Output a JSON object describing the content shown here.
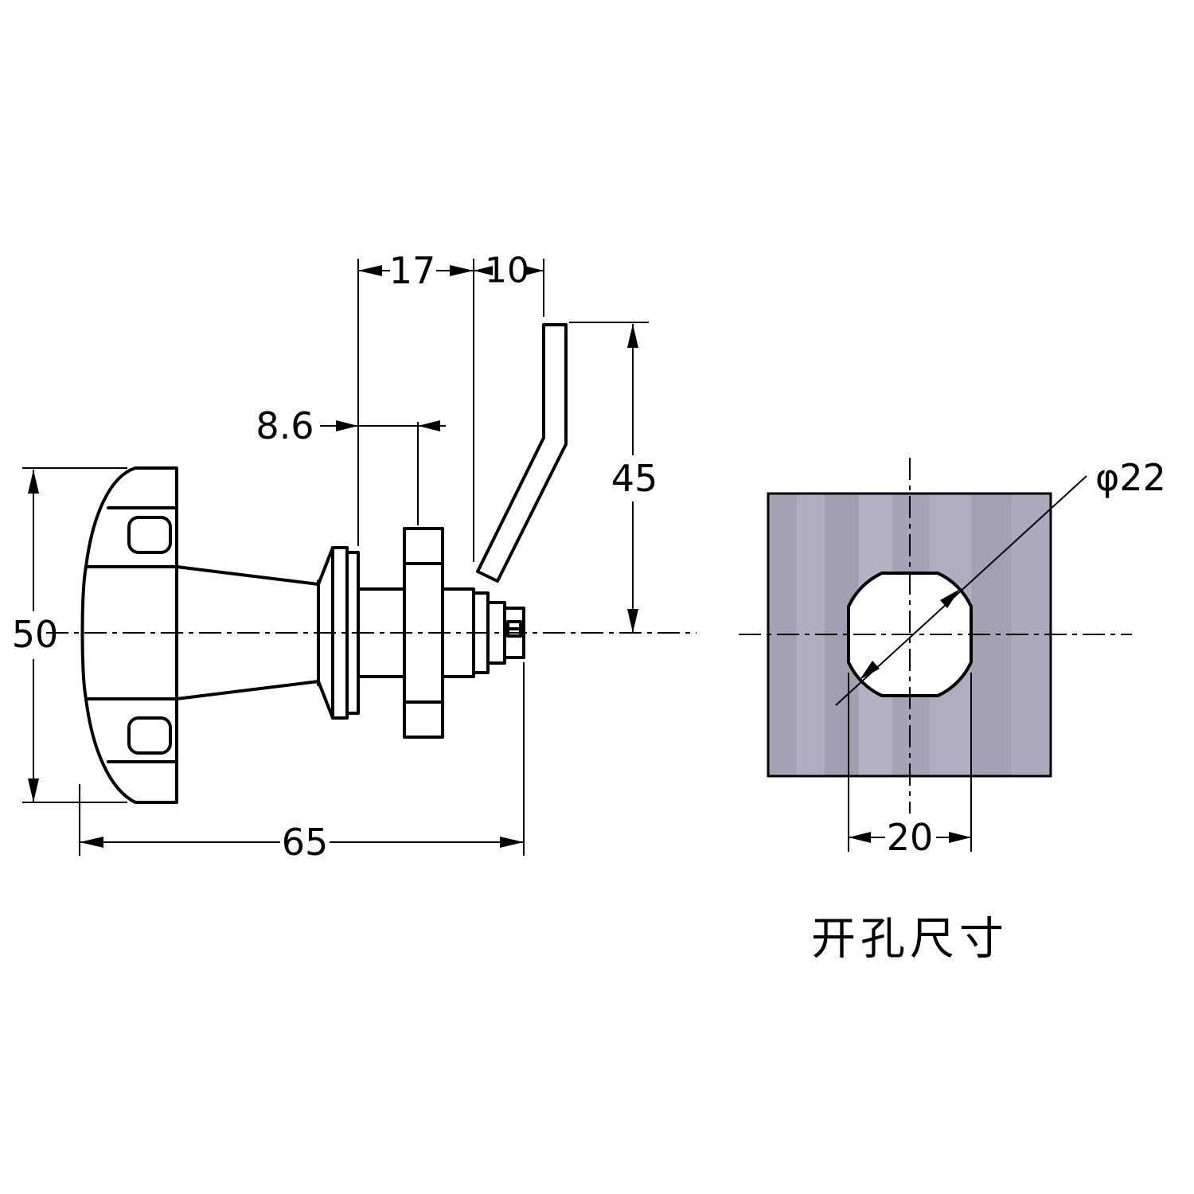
{
  "drawing": {
    "caption": "开孔尺寸",
    "side_view": {
      "dim_flange_to_cam": "17",
      "dim_cam_to_lever": "10",
      "dim_grip_range": "8.6",
      "dim_lever_height": "45",
      "dim_knob_diameter": "50",
      "dim_total_length": "65"
    },
    "cutout_view": {
      "dim_hole_diameter": "φ22",
      "dim_across_flats": "20"
    },
    "colors": {
      "line": "#000000",
      "background": "#ffffff",
      "panel_fill_base": "#a8a8ba"
    }
  }
}
